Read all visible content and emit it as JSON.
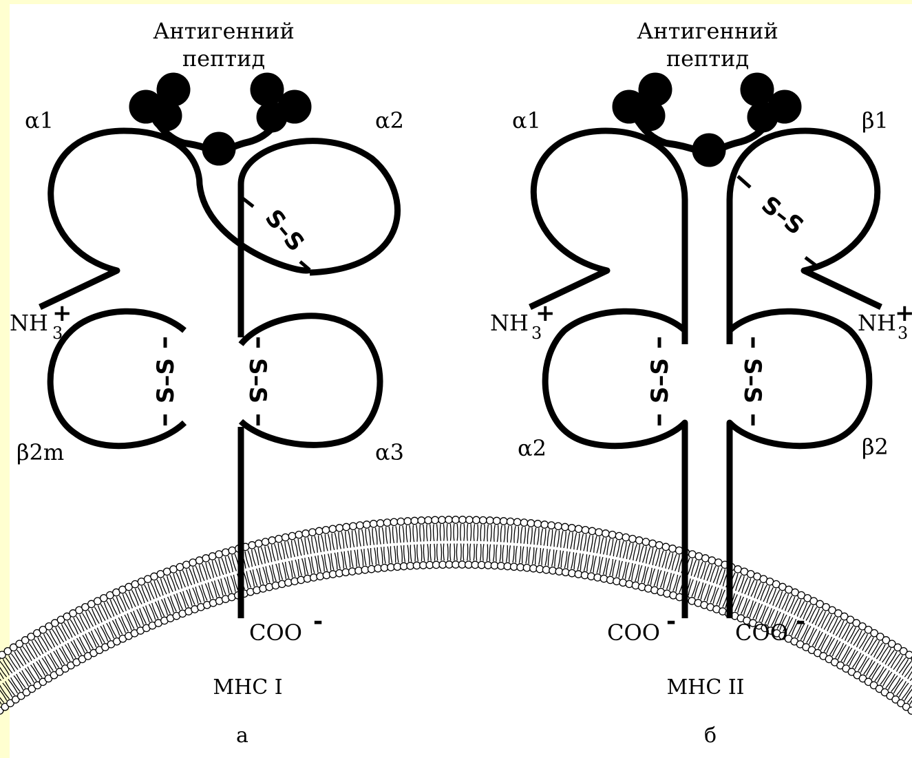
{
  "colors": {
    "border": "#FFFFD0",
    "background": "#FFFFFF",
    "ink": "#000000"
  },
  "panels": [
    {
      "id": "a",
      "peptide_label": [
        "Антигенний",
        "пептид"
      ],
      "domains": {
        "top_left": "α1",
        "top_right": "α2",
        "bottom_left": "β2m",
        "bottom_right": "α3"
      },
      "nh3_left": "NH",
      "coo": [
        "COO"
      ],
      "name": "MHC I",
      "letter": "а"
    },
    {
      "id": "b",
      "peptide_label": [
        "Антигенний",
        "пептид"
      ],
      "domains": {
        "top_left": "α1",
        "top_right": "β1",
        "bottom_left": "α2",
        "bottom_right": "β2"
      },
      "nh3_left": "NH",
      "nh3_right": "NH",
      "coo": [
        "COO",
        "COO"
      ],
      "name": "MHC II",
      "letter": "б"
    }
  ],
  "bond_label": "S–S",
  "nh3_subscript": "3",
  "plus_sign": "+",
  "minus_sign": "-"
}
